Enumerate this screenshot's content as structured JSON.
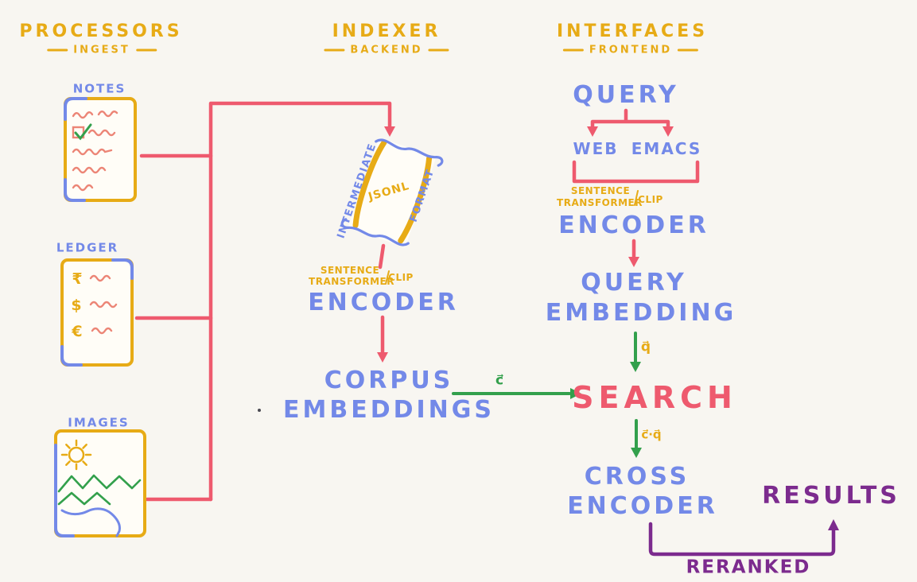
{
  "colors": {
    "background": "#f8f6f1",
    "yellow": "#e7ab16",
    "blue": "#7389e8",
    "red": "#ee5a6e",
    "salmon": "#ec8576",
    "green": "#33a04c",
    "purple": "#7c2b8e"
  },
  "headers": [
    {
      "title": "PROCESSORS",
      "subtitle": "INGEST"
    },
    {
      "title": "INDEXER",
      "subtitle": "BACKEND"
    },
    {
      "title": "INTERFACES",
      "subtitle": "FRONTEND"
    }
  ],
  "sources": {
    "notes_label": "NOTES",
    "ledger_label": "LEDGER",
    "images_label": "IMAGES",
    "ledger_currencies": [
      "₹",
      "$",
      "€"
    ]
  },
  "indexer": {
    "scroll_left_label": "INTERMEDIATE",
    "scroll_center_label": "JSONL",
    "scroll_right_label": "FORMAT",
    "model_line1": "SENTENCE",
    "model_line2": "TRANSFORMER",
    "model_alt": "CLIP",
    "encoder_label": "ENCODER",
    "corpus_line1": "CORPUS",
    "corpus_line2": "EMBEDDINGS"
  },
  "interfaces": {
    "query_label": "QUERY",
    "clients": [
      "WEB",
      "EMACS"
    ],
    "model_line1": "SENTENCE",
    "model_line2": "TRANSFORMER",
    "model_alt": "CLIP",
    "encoder_label": "ENCODER",
    "query_embedding_line1": "QUERY",
    "query_embedding_line2": "EMBEDDING",
    "search_label": "SEARCH",
    "cross_encoder_line1": "CROSS",
    "cross_encoder_line2": "ENCODER",
    "results_label": "RESULTS",
    "reranked_label": "RERANKED"
  },
  "edge_labels": {
    "corpus_vector": "c⃗",
    "query_vector": "q⃗",
    "dot_product": "c⃗·q⃗"
  }
}
